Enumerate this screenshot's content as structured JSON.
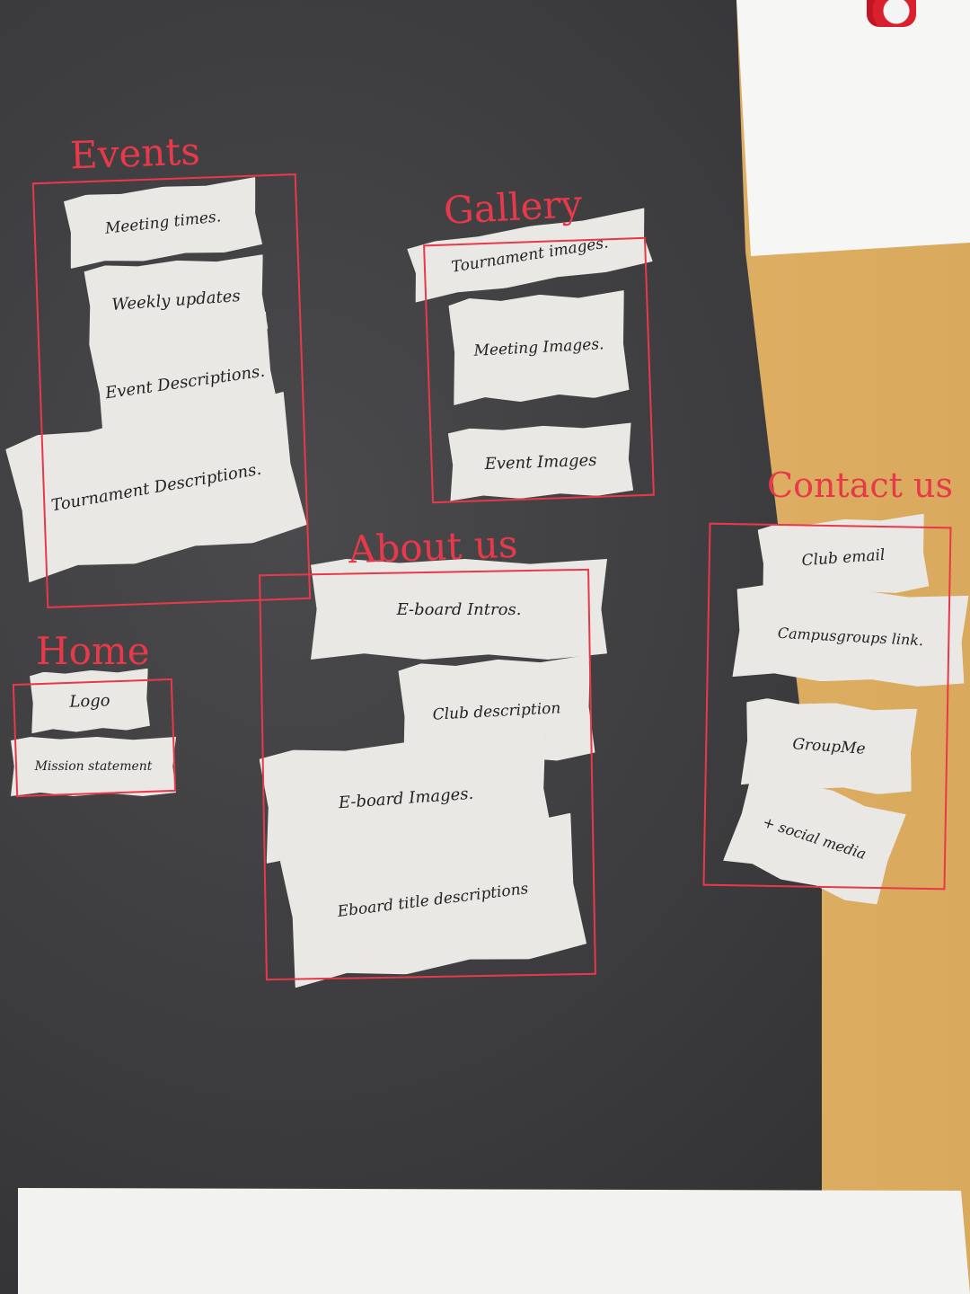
{
  "colors": {
    "table": "#3b3b3d",
    "wood": "#e2b469",
    "paper": "#e9e8e4",
    "ink": "#222222",
    "marker": "#e8394a"
  },
  "groups": [
    {
      "key": "events",
      "title": "Events",
      "items": [
        "Meeting times.",
        "Weekly updates",
        "Event Descriptions.",
        "Tournament Descriptions."
      ]
    },
    {
      "key": "gallery",
      "title": "Gallery",
      "items": [
        "Tournament images.",
        "Meeting Images.",
        "Event Images"
      ]
    },
    {
      "key": "contact",
      "title": "Contact us",
      "items": [
        "Club email",
        "Campusgroups link.",
        "GroupMe",
        "+ social media"
      ]
    },
    {
      "key": "about",
      "title": "About us",
      "items": [
        "E-board Intros.",
        "Club description",
        "E-board Images.",
        "Eboard title descriptions"
      ]
    },
    {
      "key": "home",
      "title": "Home",
      "items": [
        "Logo",
        "Mission statement"
      ]
    }
  ]
}
